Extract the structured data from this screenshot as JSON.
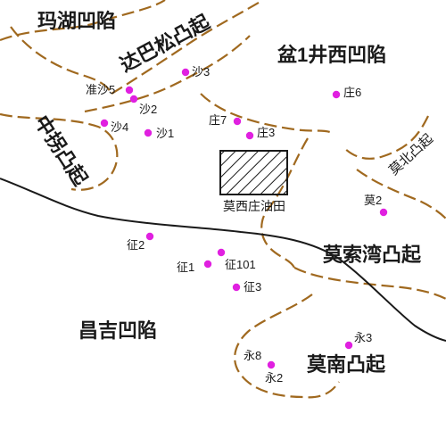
{
  "map": {
    "colors": {
      "boundary_dash": "#a0691f",
      "fault_line": "#1a1a1a",
      "well_dot": "#e020e0",
      "text": "#1a1a1a"
    },
    "regions": {
      "mahu": "玛湖凹陷",
      "dabasong": "达巴松凸起",
      "pen1_west": "盆1井西凹陷",
      "zhongguai": "中拐凸起",
      "mobei": "莫北凸起",
      "mosuowan": "莫索湾凸起",
      "changji": "昌吉凹陷",
      "monan": "莫南凸起"
    },
    "oil_field": {
      "name": "莫西庄油田",
      "hatch": true
    },
    "wells": {
      "sha3": "沙3",
      "zhunsha5": "准沙5",
      "sha2": "沙2",
      "sha4": "沙4",
      "sha1": "沙1",
      "zhuang7": "庄7",
      "zhuang3": "庄3",
      "zhuang6": "庄6",
      "mo2": "莫2",
      "zheng2": "征2",
      "zheng1": "征1",
      "zheng101": "征101",
      "zheng3": "征3",
      "yong3": "永3",
      "yong8": "永8",
      "yong2": "永2"
    }
  }
}
